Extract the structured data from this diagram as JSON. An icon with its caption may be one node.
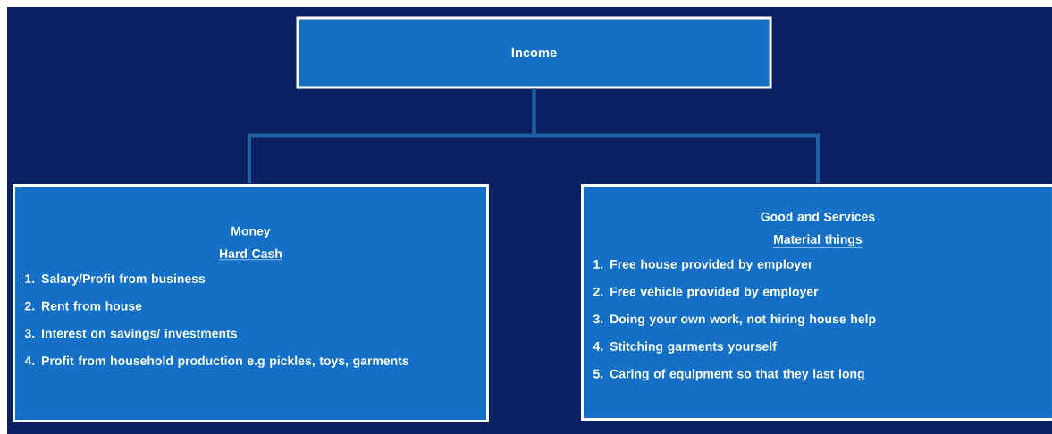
{
  "diagram": {
    "nodes": [
      {
        "text": [
          "Income"
        ]
      },
      {
        "text": [
          "Money",
          "Hard Cash",
          "1. Salary/Profit from business",
          "2. Rent from house",
          "3. Interest on savings/ investments",
          "4. Profit from household production e.g pickles, toys, garments"
        ]
      },
      {
        "text": [
          "Good and Services",
          "Material things",
          "1. Free house provided by employer",
          "2. Free vehicle provided by employer",
          "3. Doing your own work, not hiring house help",
          "4. Stitching garments yourself",
          "5. Caring of equipment so that they last long"
        ]
      }
    ],
    "edges": [
      {
        "from": 0,
        "to": 1,
        "arrow": "none"
      },
      {
        "from": 0,
        "to": 2,
        "arrow": "none"
      }
    ]
  }
}
